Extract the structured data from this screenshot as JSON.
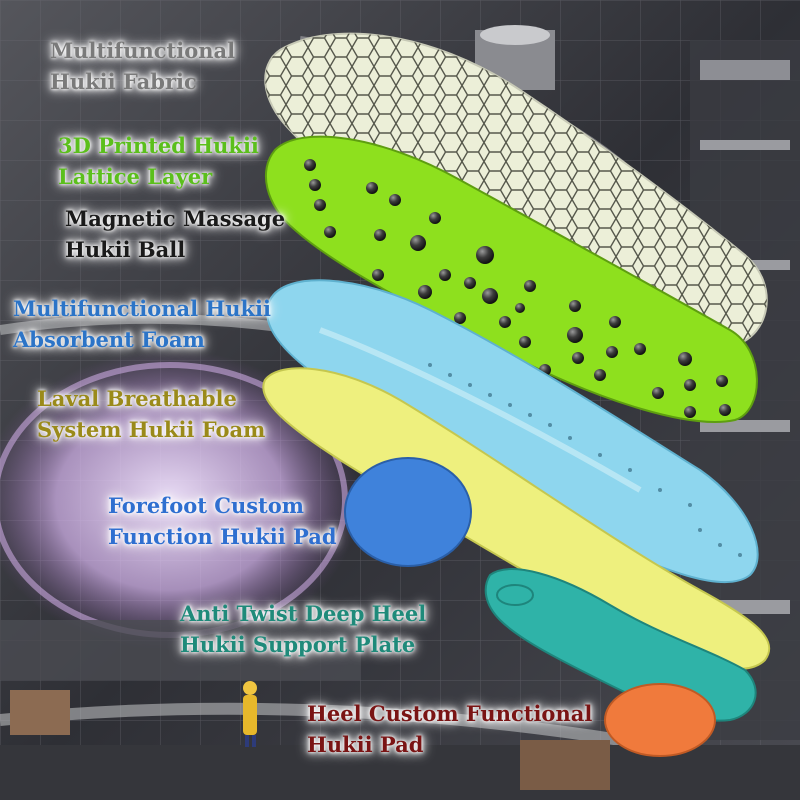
{
  "layers": [
    {
      "id": "fabric",
      "line1": "Multifunctional",
      "line2": "Hukii Fabric",
      "color": "#7a7a7a"
    },
    {
      "id": "lattice",
      "line1": "3D Printed Hukii",
      "line2": "Lattice Layer",
      "color": "#5bbf1c"
    },
    {
      "id": "magnetic",
      "line1": "Magnetic Massage",
      "line2": "Hukii Ball",
      "color": "#1a1a1a"
    },
    {
      "id": "absorbent",
      "line1": "Multifunctional Hukii",
      "line2": "Absorbent Foam",
      "color": "#2c74c7"
    },
    {
      "id": "laval",
      "line1": "Laval Breathable",
      "line2": "System Hukii Foam",
      "color": "#9a8a1a"
    },
    {
      "id": "forefoot",
      "line1": "Forefoot Custom",
      "line2": "Function Hukii Pad",
      "color": "#2f6fd0"
    },
    {
      "id": "antitwist",
      "line1": "Anti Twist Deep Heel",
      "line2": "Hukii Support Plate",
      "color": "#1f8a7a"
    },
    {
      "id": "heelpad",
      "line1": "Heel Custom Functional",
      "line2": "Hukii Pad",
      "color": "#7a1414"
    }
  ],
  "colors": {
    "fabric_layer": "#ecefd8",
    "lattice_layer": "#8ee01e",
    "foam_layer": "#8ed6ee",
    "laval_layer": "#eef07e",
    "forefoot_pad": "#3f82db",
    "support_plate": "#2fb3a8",
    "heel_pad": "#f07a3c",
    "background": "#3a3a40"
  },
  "icons": [
    "magnetic-ball-icon",
    "worker-figure-icon"
  ]
}
